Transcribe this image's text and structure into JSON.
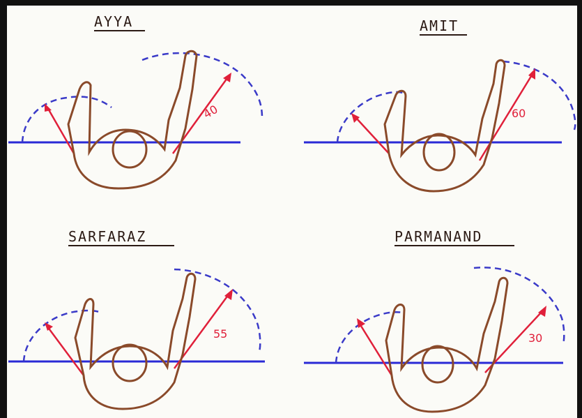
{
  "colors": {
    "body_outline": "#8a4a2a",
    "baseline": "#2a2ad6",
    "arc": "#3a3ac8",
    "arrow": "#e0203a",
    "ink": "#2b1a14"
  },
  "panels": [
    {
      "name": "AYYA",
      "value": "40"
    },
    {
      "name": "AMIT",
      "value": "60"
    },
    {
      "name": "SARFARAZ",
      "value": "55"
    },
    {
      "name": "PARMANAND",
      "value": "30"
    }
  ]
}
